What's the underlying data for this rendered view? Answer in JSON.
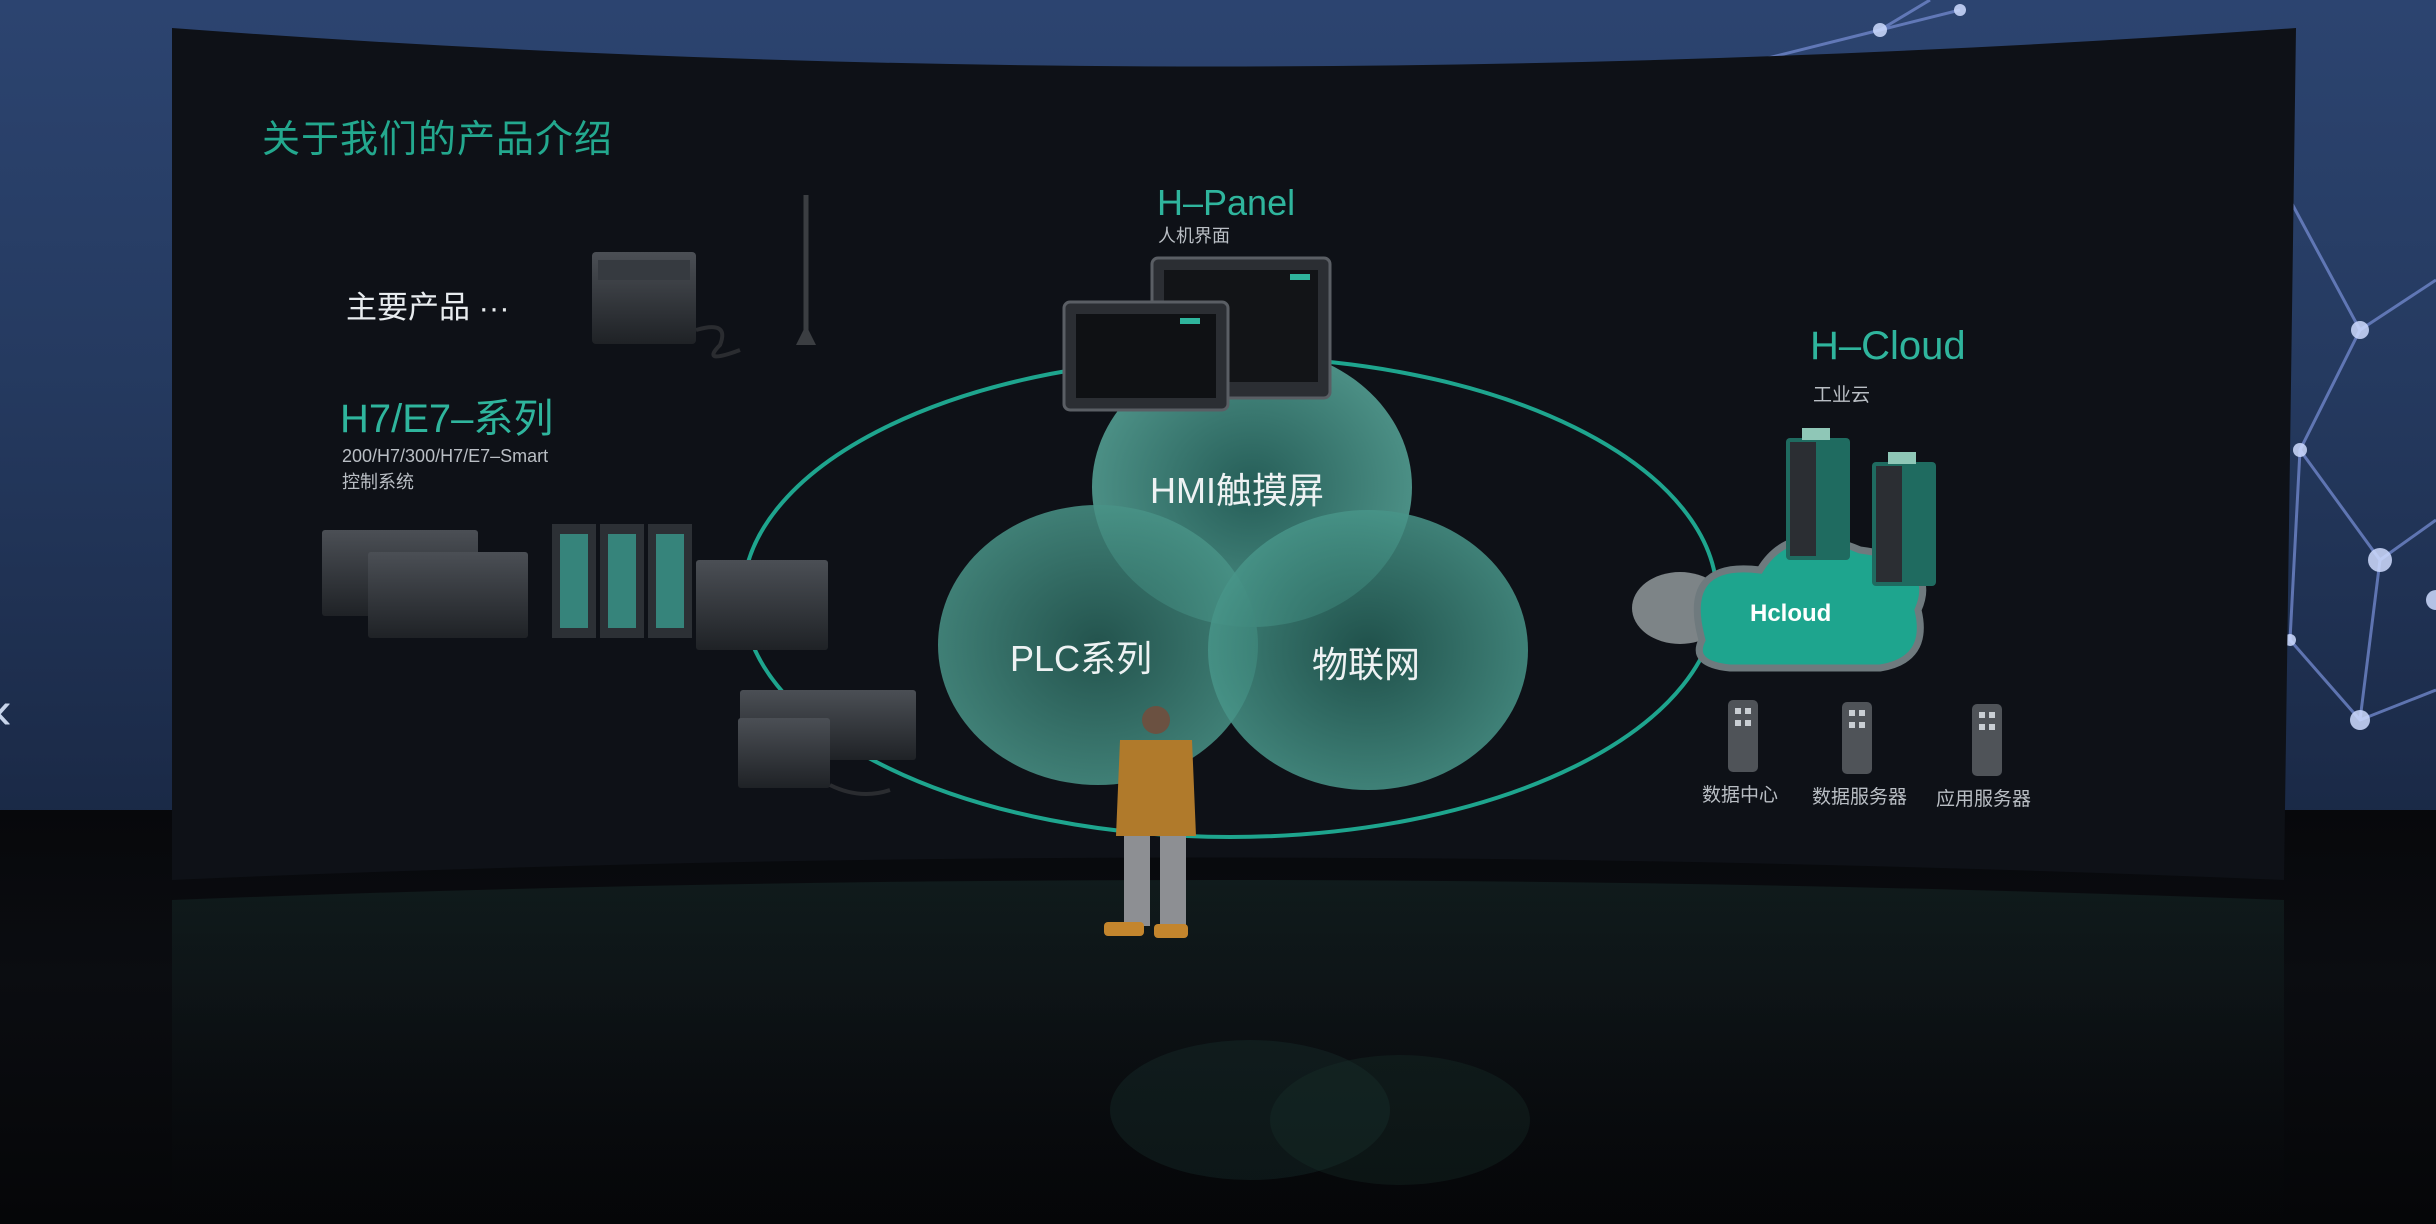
{
  "slide": {
    "title": "关于我们的产品介绍",
    "main_products": "主要产品 ···",
    "h7": {
      "title": "H7/E7–系列",
      "subtitle_line1": "200/H7/300/H7/E7–Smart",
      "subtitle_line2": "控制系统"
    },
    "hpanel": {
      "title": "H–Panel",
      "subtitle": "人机界面"
    },
    "hcloud": {
      "title": "H–Cloud",
      "subtitle": "工业云",
      "badge": "Hcloud"
    },
    "venn": {
      "hmi": "HMI触摸屏",
      "plc": "PLC系列",
      "iot": "物联网"
    },
    "servers": [
      "数据中心",
      "数据服务器",
      "应用服务器"
    ]
  },
  "colors": {
    "accent_teal": "#23a88e",
    "backdrop_blue": "#2c4470",
    "screen_dark": "#0e1117"
  },
  "icons": {
    "previous": "chevron-left-icon"
  }
}
